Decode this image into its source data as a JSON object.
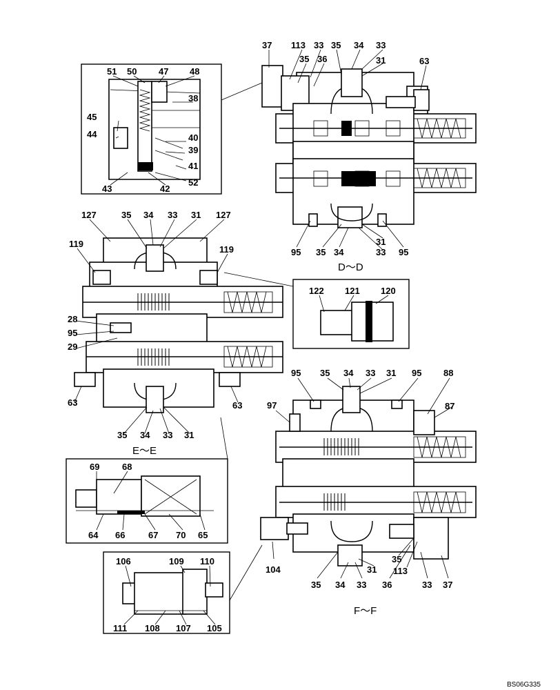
{
  "sections": {
    "dd": "D～D",
    "ee": "E～E",
    "ff": "F～F"
  },
  "drawing_code": "BS06G335",
  "labels": {
    "dd": [
      "37",
      "113",
      "33",
      "35",
      "34",
      "33",
      "35",
      "36",
      "31",
      "63",
      "95",
      "35",
      "34",
      "31",
      "33",
      "95"
    ],
    "inset1": [
      "51",
      "50",
      "47",
      "48",
      "38",
      "45",
      "44",
      "40",
      "39",
      "41",
      "52",
      "43",
      "42"
    ],
    "ee": [
      "127",
      "35",
      "34",
      "33",
      "31",
      "127",
      "119",
      "119",
      "28",
      "95",
      "29",
      "63",
      "63",
      "35",
      "34",
      "33",
      "31"
    ],
    "inset2": [
      "122",
      "121",
      "120"
    ],
    "inset3": [
      "69",
      "68",
      "64",
      "66",
      "67",
      "70",
      "65"
    ],
    "ff": [
      "95",
      "35",
      "34",
      "33",
      "31",
      "95",
      "88",
      "97",
      "87",
      "104",
      "35",
      "113",
      "33",
      "37",
      "35",
      "34",
      "33",
      "36",
      "31"
    ],
    "inset4": [
      "106",
      "109",
      "110",
      "111",
      "108",
      "107",
      "105"
    ]
  }
}
